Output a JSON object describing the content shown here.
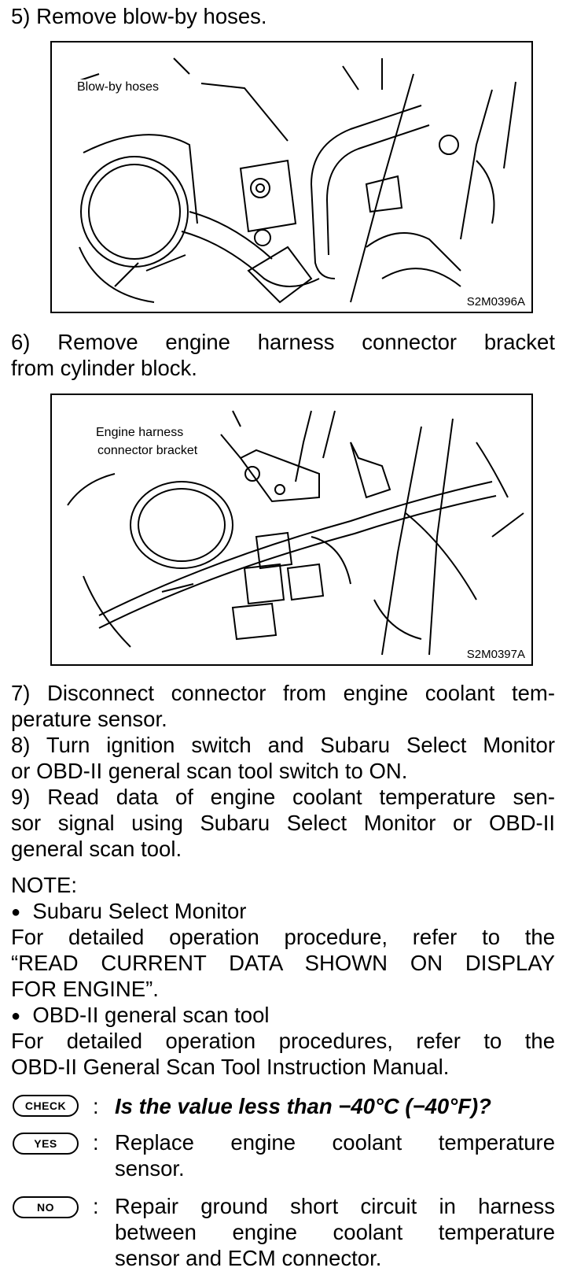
{
  "steps": {
    "s5": "5) Remove blow-by hoses.",
    "s6_l1": "6) Remove engine harness connector bracket",
    "s6_l2": "from cylinder block.",
    "s7_l1": "7) Disconnect connector from engine coolant tem-",
    "s7_l2": "perature sensor.",
    "s8_l1": "8) Turn ignition switch and Subaru Select Monitor",
    "s8_l2": "or OBD-II general scan tool switch to ON.",
    "s9_l1": "9) Read data of engine coolant temperature sen-",
    "s9_l2": "sor signal using Subaru Select Monitor or OBD-II",
    "s9_l3": "general scan tool."
  },
  "figure1": {
    "callout": "Blow-by hoses",
    "code": "S2M0396A"
  },
  "figure2": {
    "callout_l1": "Engine harness",
    "callout_l2": "connector bracket",
    "code": "S2M0397A"
  },
  "note": {
    "heading": "NOTE:",
    "b1": "Subaru Select Monitor",
    "b1_l1": "For detailed operation procedure, refer to the",
    "b1_l2": "“READ CURRENT DATA SHOWN ON DISPLAY",
    "b1_l3": "FOR ENGINE”.",
    "b2": "OBD-II general scan tool",
    "b2_l1": "For detailed operation procedures, refer to the",
    "b2_l2": "OBD-II General Scan Tool Instruction Manual."
  },
  "decision": {
    "check_label": "CHECK",
    "yes_label": "YES",
    "no_label": "NO",
    "colon": ":",
    "check_text": "Is the value less than −40°C (−40°F)?",
    "yes_l1": "Replace engine coolant temperature",
    "yes_l2": "sensor.",
    "no_l1": "Repair ground short circuit in harness",
    "no_l2": "between engine coolant temperature",
    "no_l3": "sensor and ECM connector."
  }
}
